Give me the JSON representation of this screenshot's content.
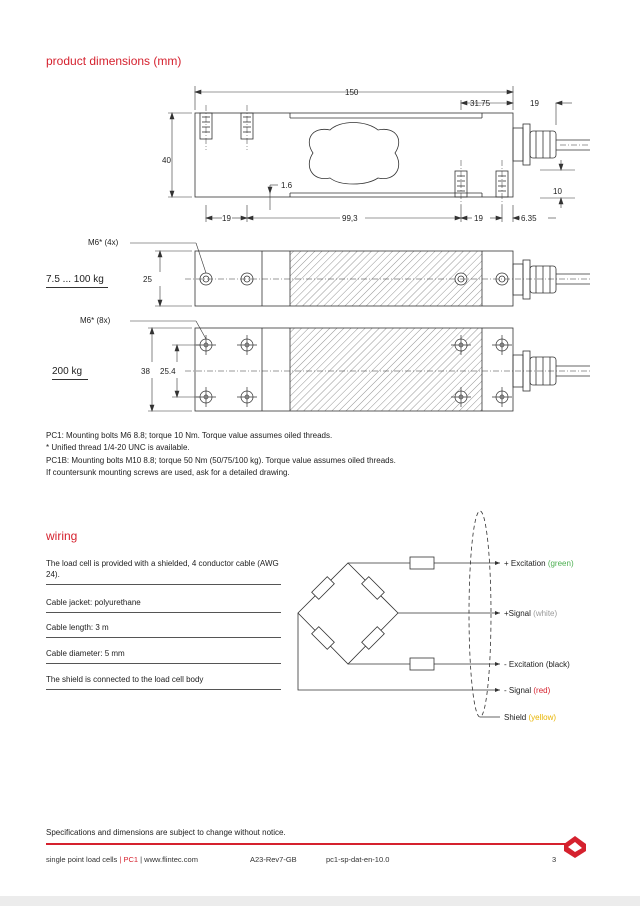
{
  "section_dimensions": {
    "title": "product dimensions (mm)",
    "dims": {
      "d150": "150",
      "d3175": "31.75",
      "d19a": "19",
      "d40": "40",
      "d16": "1.6",
      "d10": "10",
      "d19b": "19",
      "d993": "99,3",
      "d19c": "19",
      "d635": "6.35",
      "d25": "25",
      "d38": "38",
      "d254": "25.4"
    },
    "labels": {
      "m6_4x": "M6* (4x)",
      "m6_8x": "M6* (8x)",
      "range_small": "7.5 ... 100 kg",
      "range_large": "200 kg"
    },
    "notes": [
      "PC1: Mounting bolts M6 8.8; torque 10 Nm. Torque value assumes oiled threads.",
      "* Unified thread 1/4-20 UNC is available.",
      "PC1B: Mounting bolts M10 8.8; torque 50 Nm (50/75/100 kg). Torque value assumes oiled threads.",
      "If countersunk mounting screws are used, ask for a detailed drawing."
    ]
  },
  "section_wiring": {
    "title": "wiring",
    "specs": [
      "The load cell is provided with a shielded, 4 conductor cable (AWG 24).",
      "Cable jacket: polyurethane",
      "Cable length: 3 m",
      "Cable diameter: 5 mm",
      "The shield is connected to the load cell body"
    ],
    "wires": [
      {
        "label": "+ Excitation",
        "color_name": "(green)",
        "color": "#4caf50"
      },
      {
        "label": "+Signal",
        "color_name": "(white)",
        "color": "#9a9a9a"
      },
      {
        "label": "- Excitation",
        "color_name": "(black)",
        "color": "#222222"
      },
      {
        "label": "- Signal",
        "color_name": "(red)",
        "color": "#d5212e"
      },
      {
        "label": "Shield",
        "color_name": "(yellow)",
        "color": "#e8b400"
      }
    ]
  },
  "footer": {
    "disclaimer": "Specifications and dimensions are subject to change without notice.",
    "product": "single point load cells",
    "sep1": "|",
    "model": "PC1",
    "sep2": "|",
    "website": "www.flintec.com",
    "revision": "A23-Rev7-GB",
    "doc_code": "pc1-sp-dat-en-10.0",
    "page_number": "3"
  },
  "colors": {
    "accent": "#d5212e"
  }
}
